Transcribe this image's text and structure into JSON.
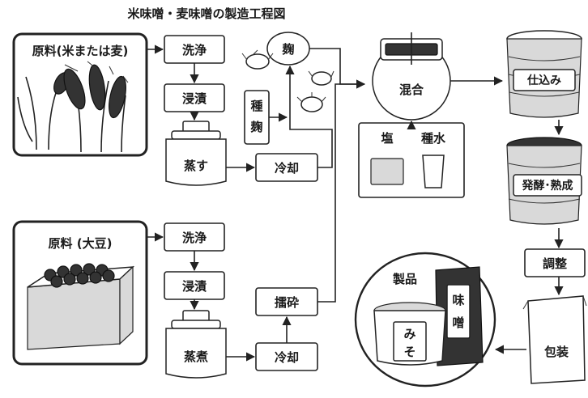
{
  "title": "米味噌・麦味噌の製造工程図",
  "rice_line": {
    "material": "原料(米または麦)",
    "wash": "洗浄",
    "soak": "浸漬",
    "steam": "蒸す",
    "cool": "冷却",
    "seed_koji": [
      "種",
      "麹"
    ],
    "koji": "麹"
  },
  "soy_line": {
    "material": "原料 (大豆)",
    "wash": "洗浄",
    "soak": "浸漬",
    "boil": "蒸煮",
    "cool": "冷却",
    "grind": "擂砕"
  },
  "mixing": {
    "mix": "混合",
    "salt": "塩",
    "seed_water": "種水"
  },
  "right_line": {
    "prep": "仕込み",
    "ferment": "発酵･熟成",
    "adjust": "調整",
    "package": "包装"
  },
  "product": {
    "label": "製品",
    "bag_text": [
      "味",
      "噌"
    ],
    "tub_text": [
      "み",
      "そ"
    ]
  }
}
